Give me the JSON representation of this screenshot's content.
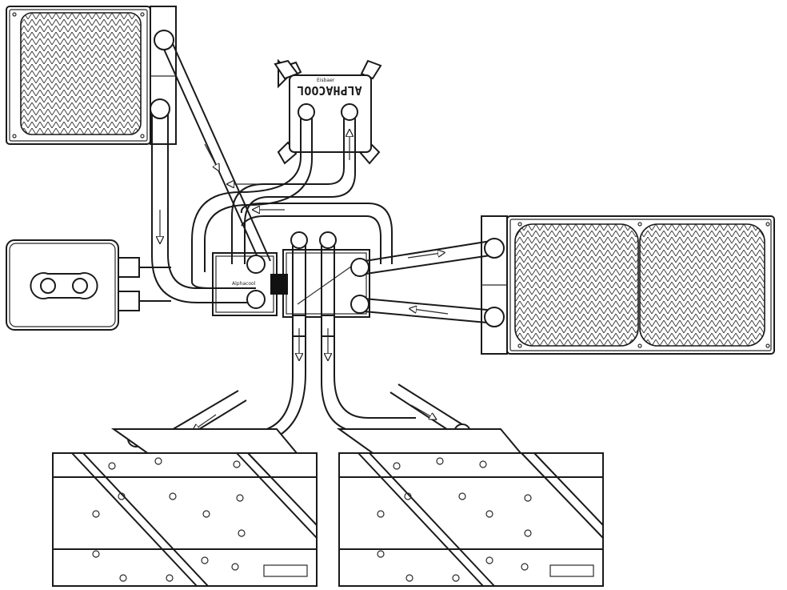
{
  "cpu_block": {
    "logo_text": "ALPHACOOL",
    "brand_small": "Eisbaer"
  },
  "pump_label": "Alphacool",
  "colors": {
    "line": "#1a1a1a",
    "fill": "#ffffff"
  }
}
